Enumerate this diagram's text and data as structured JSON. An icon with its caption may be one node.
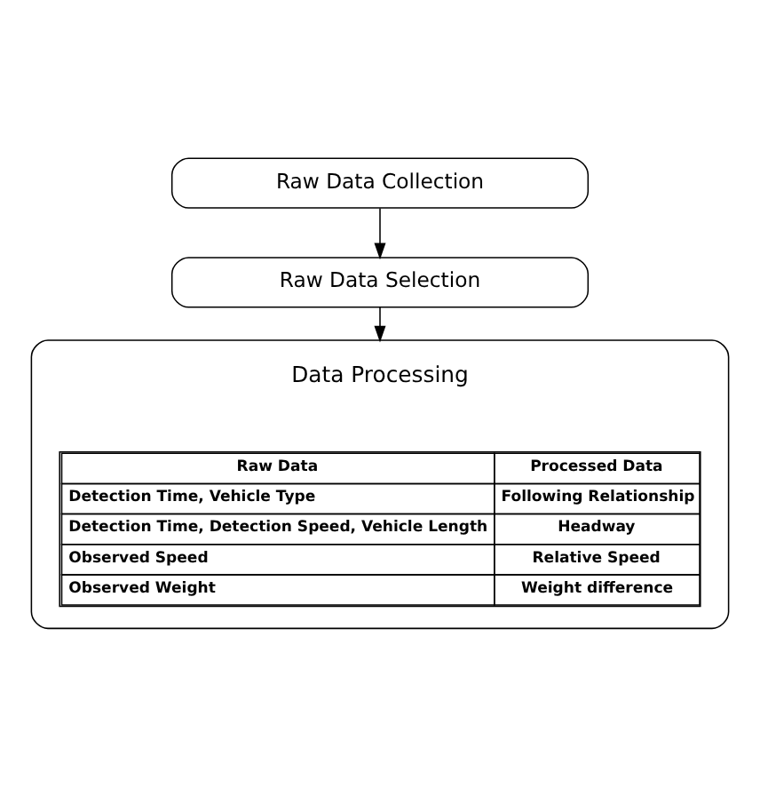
{
  "diagram": {
    "nodes": [
      {
        "text": [
          "Raw Data Collection"
        ]
      },
      {
        "text": [
          "Raw Data Selection"
        ]
      },
      {
        "text": [],
        "shape": "box"
      },
      {
        "text": [
          "Data Processing"
        ],
        "in": 2
      }
    ],
    "edges": [
      {
        "from": 0,
        "to": 1,
        "arrow": "to"
      },
      {
        "from": 1,
        "to": 2,
        "arrow": "to"
      }
    ],
    "labels": [
      "Raw Data",
      "Processed Data",
      "Detection Time, Vehicle Type",
      "Following Relationship",
      "Detection Time, Detection Speed, Vehicle Length",
      "Headway",
      "Observed Speed",
      "Relative Speed",
      "Observed Weight",
      "Weight difference"
    ]
  }
}
